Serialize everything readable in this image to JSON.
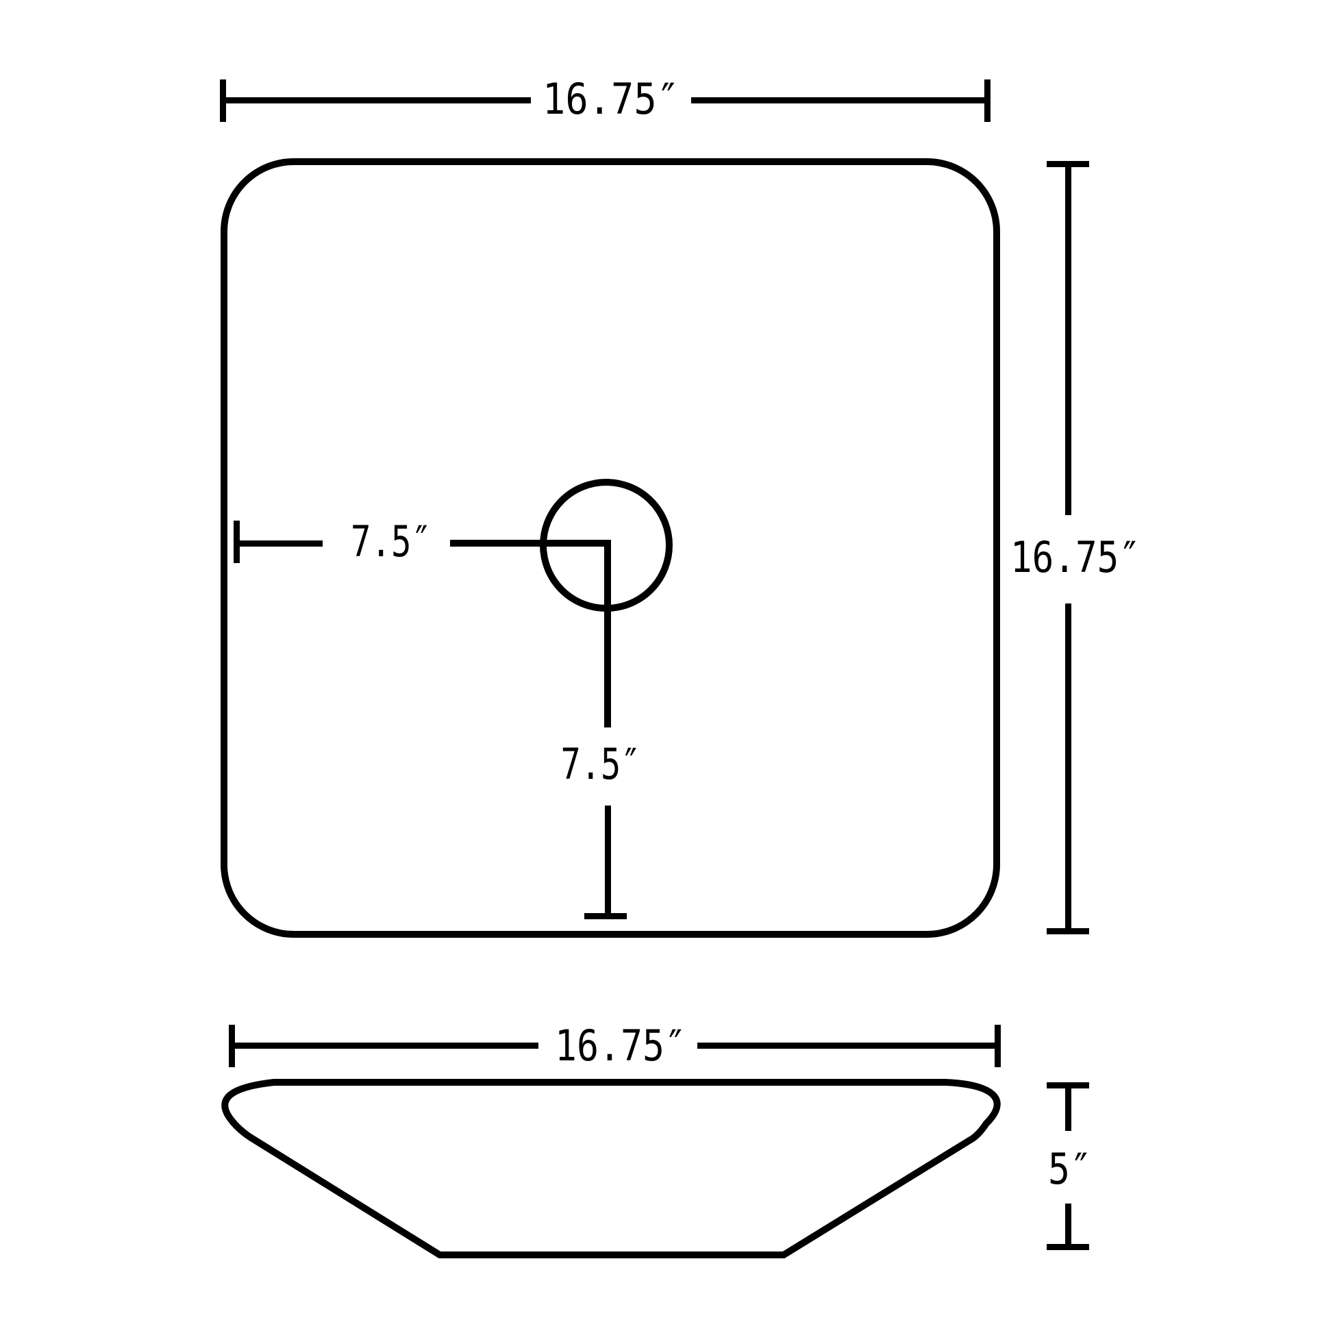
{
  "diagram": {
    "type": "dimension-drawing",
    "subject": "square vessel sink",
    "views": [
      "top",
      "side-profile"
    ],
    "line_color": "#000000",
    "background": "#ffffff"
  },
  "top_view": {
    "overall_width_label": "16.75″",
    "overall_depth_label": "16.75″",
    "drain_from_left_label": "7.5″",
    "drain_from_front_label": "7.5″"
  },
  "side_view": {
    "overall_width_label": "16.75″",
    "height_label": "5″"
  }
}
